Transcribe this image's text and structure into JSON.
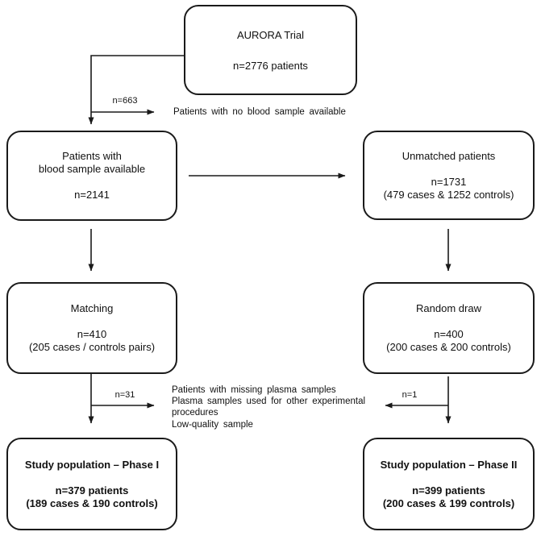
{
  "boxes": {
    "aurora": {
      "lines": [
        "AURORA Trial",
        "",
        "n=2776 patients"
      ]
    },
    "blood_sample": {
      "lines": [
        "Patients with",
        "blood sample available",
        "",
        "n=2141"
      ]
    },
    "unmatched": {
      "lines": [
        "Unmatched patients",
        "",
        "n=1731",
        "(479 cases & 1252 controls)"
      ]
    },
    "matching": {
      "lines": [
        "Matching",
        "",
        "n=410",
        "(205 cases / controls pairs)"
      ]
    },
    "random_draw": {
      "lines": [
        "Random draw",
        "",
        "n=400",
        "(200 cases & 200 controls)"
      ]
    },
    "phase1": {
      "lines": [
        "Study population – Phase I",
        "",
        "n=379 patients",
        "(189 cases & 190 controls)"
      ]
    },
    "phase2": {
      "lines": [
        "Study population – Phase II",
        "",
        "n=399 patients",
        "(200 cases & 199 controls)"
      ]
    }
  },
  "annotations": {
    "excluded_no_blood": {
      "count_label": "n=663",
      "text": "Patients with no blood sample available"
    },
    "excluded_phase1": {
      "count_label": "n=31",
      "lines": [
        "Patients with missing plasma samples",
        "Plasma samples used for other experimental",
        "procedures",
        "Low-quality sample"
      ]
    },
    "excluded_phase2": {
      "count_label": "n=1"
    }
  },
  "colors": {
    "line": "#1a1a1a",
    "text": "#111111",
    "background": "#ffffff"
  }
}
